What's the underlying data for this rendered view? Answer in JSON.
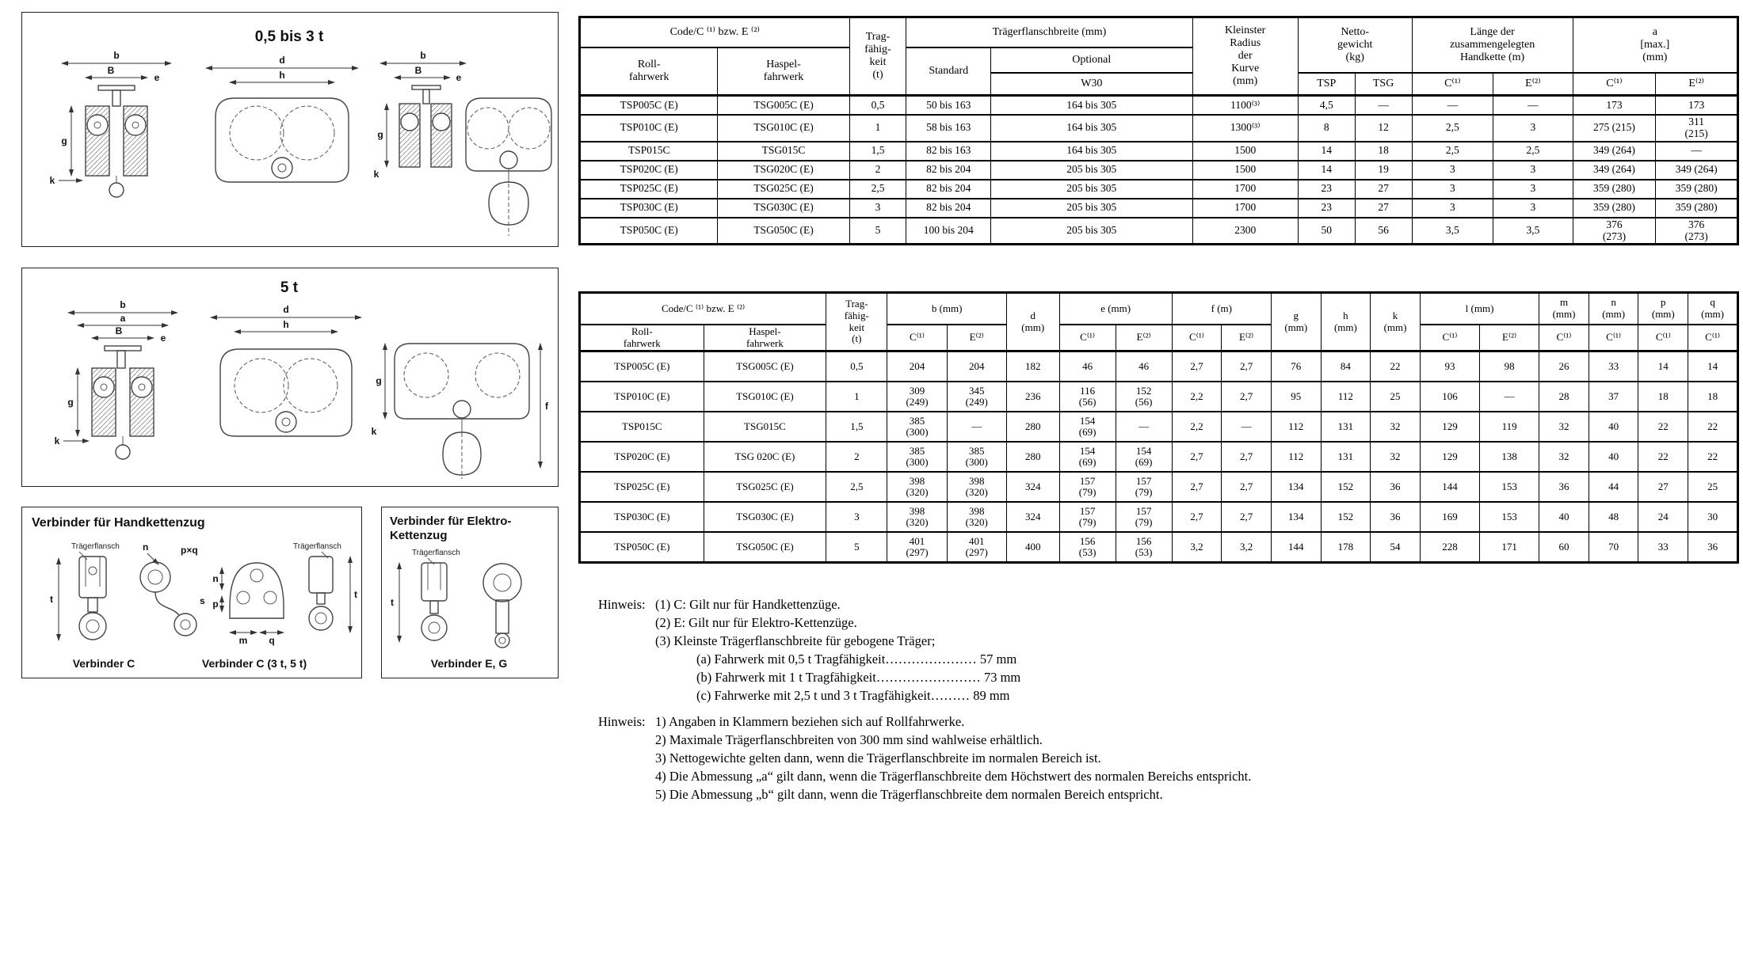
{
  "shared": {
    "code_group": "Code/C ⁽¹⁾ bzw. E ⁽²⁾",
    "roll": "Roll-\nfahrwerk",
    "haspel": "Haspel-\nfahrwerk",
    "trag": "Trag-\nfähig-\nkeit\n(t)",
    "c1": "C⁽¹⁾",
    "e2": "E⁽²⁾"
  },
  "table1": {
    "header": {
      "flange_group": "Trägerflanschbreite (mm)",
      "standard": "Standard",
      "optional": "Optional",
      "w30": "W30",
      "radius": "Kleinster\nRadius\nder\nKurve\n(mm)",
      "netto": "Netto-\ngewicht\n(kg)",
      "tsp": "TSP",
      "tsg": "TSG",
      "handkette": "Länge der\nzusammengelegten\nHandkette (m)",
      "a_max": "a\n[max.]\n(mm)"
    },
    "rows": [
      [
        "TSP005C (E)",
        "TSG005C (E)",
        "0,5",
        "50 bis 163",
        "164 bis 305",
        "1100⁽³⁾",
        "4,5",
        "—",
        "—",
        "—",
        "173",
        "173"
      ],
      [
        "TSP010C (E)",
        "TSG010C (E)",
        "1",
        "58 bis 163",
        "164 bis 305",
        "1300⁽³⁾",
        "8",
        "12",
        "2,5",
        "3",
        "275 (215)",
        "311\n(215)"
      ],
      [
        "TSP015C",
        "TSG015C",
        "1,5",
        "82 bis 163",
        "164 bis 305",
        "1500",
        "14",
        "18",
        "2,5",
        "2,5",
        "349 (264)",
        "—"
      ],
      [
        "TSP020C (E)",
        "TSG020C (E)",
        "2",
        "82 bis 204",
        "205 bis 305",
        "1500",
        "14",
        "19",
        "3",
        "3",
        "349 (264)",
        "349 (264)"
      ],
      [
        "TSP025C (E)",
        "TSG025C (E)",
        "2,5",
        "82 bis 204",
        "205 bis 305",
        "1700",
        "23",
        "27",
        "3",
        "3",
        "359 (280)",
        "359 (280)"
      ],
      [
        "TSP030C (E)",
        "TSG030C (E)",
        "3",
        "82 bis 204",
        "205 bis 305",
        "1700",
        "23",
        "27",
        "3",
        "3",
        "359 (280)",
        "359 (280)"
      ],
      [
        "TSP050C (E)",
        "TSG050C (E)",
        "5",
        "100 bis 204",
        "205 bis 305",
        "2300",
        "50",
        "56",
        "3,5",
        "3,5",
        "376\n(273)",
        "376\n(273)"
      ]
    ]
  },
  "table2": {
    "header": {
      "b_mm": "b (mm)",
      "d_mm": "d\n(mm)",
      "e_mm": "e (mm)",
      "f_m": "f (m)",
      "g_mm": "g\n(mm)",
      "h_mm": "h\n(mm)",
      "k_mm": "k\n(mm)",
      "l_mm": "l (mm)",
      "m_mm": "m\n(mm)",
      "n_mm": "n\n(mm)",
      "p_mm": "p\n(mm)",
      "q_mm": "q\n(mm)"
    },
    "rows": [
      [
        "TSP005C (E)",
        "TSG005C (E)",
        "0,5",
        "204",
        "204",
        "182",
        "46",
        "46",
        "2,7",
        "2,7",
        "76",
        "84",
        "22",
        "93",
        "98",
        "26",
        "33",
        "14",
        "14"
      ],
      [
        "TSP010C (E)",
        "TSG010C (E)",
        "1",
        "309\n(249)",
        "345\n(249)",
        "236",
        "116\n(56)",
        "152\n(56)",
        "2,2",
        "2,7",
        "95",
        "112",
        "25",
        "106",
        "—",
        "28",
        "37",
        "18",
        "18"
      ],
      [
        "TSP015C",
        "TSG015C",
        "1,5",
        "385\n(300)",
        "—",
        "280",
        "154\n(69)",
        "—",
        "2,2",
        "—",
        "112",
        "131",
        "32",
        "129",
        "119",
        "32",
        "40",
        "22",
        "22"
      ],
      [
        "TSP020C (E)",
        "TSG 020C (E)",
        "2",
        "385\n(300)",
        "385\n(300)",
        "280",
        "154\n(69)",
        "154\n(69)",
        "2,7",
        "2,7",
        "112",
        "131",
        "32",
        "129",
        "138",
        "32",
        "40",
        "22",
        "22"
      ],
      [
        "TSP025C (E)",
        "TSG025C (E)",
        "2,5",
        "398\n(320)",
        "398\n(320)",
        "324",
        "157\n(79)",
        "157\n(79)",
        "2,7",
        "2,7",
        "134",
        "152",
        "36",
        "144",
        "153",
        "36",
        "44",
        "27",
        "25"
      ],
      [
        "TSP030C (E)",
        "TSG030C (E)",
        "3",
        "398\n(320)",
        "398\n(320)",
        "324",
        "157\n(79)",
        "157\n(79)",
        "2,7",
        "2,7",
        "134",
        "152",
        "36",
        "169",
        "153",
        "40",
        "48",
        "24",
        "30"
      ],
      [
        "TSP050C (E)",
        "TSG050C (E)",
        "5",
        "401\n(297)",
        "401\n(297)",
        "400",
        "156\n(53)",
        "156\n(53)",
        "3,2",
        "3,2",
        "144",
        "178",
        "54",
        "228",
        "171",
        "60",
        "70",
        "33",
        "36"
      ]
    ]
  },
  "notes1": {
    "label": "Hinweis:",
    "items": [
      "(1) C: Gilt nur für Handkettenzüge.",
      "(2) E: Gilt nur für Elektro-Kettenzüge.",
      "(3) Kleinste Trägerflanschbreite für gebogene Träger;"
    ],
    "subitems": [
      "(a) Fahrwerk mit 0,5 t Tragfähigkeit………………… 57 mm",
      "(b) Fahrwerk mit 1 t Tragfähigkeit…………………… 73 mm",
      "(c) Fahrwerke mit 2,5 t und 3 t Tragfähigkeit……… 89 mm"
    ]
  },
  "notes2": {
    "label": "Hinweis:",
    "items": [
      "1) Angaben in Klammern beziehen sich auf Rollfahrwerke.",
      "2) Maximale Trägerflanschbreiten von 300 mm sind wahlweise erhältlich.",
      "3) Nettogewichte gelten dann, wenn die Trägerflanschbreite im normalen Bereich ist.",
      "4) Die Abmessung „a“ gilt dann, wenn die Trägerflanschbreite dem Höchstwert des normalen Bereichs entspricht.",
      "5) Die Abmessung „b“ gilt dann, wenn die Trägerflanschbreite dem normalen Bereich entspricht."
    ]
  },
  "drawings": {
    "dims": {
      "a": "a",
      "b": "b",
      "B": "B",
      "d": "d",
      "e": "e",
      "f": "f",
      "g": "g",
      "h": "h",
      "k": "k",
      "m": "m",
      "n": "n",
      "p": "p",
      "q": "q",
      "s": "s",
      "t": "t",
      "pq": "p×q"
    },
    "box1": {
      "title": "0,5 bis 3 t"
    },
    "box2": {
      "title": "5 t"
    },
    "box3": {
      "title": "Verbinder für Handkettenzug",
      "flange": "Trägerflansch",
      "caption_c": "Verbinder C",
      "caption_c35": "Verbinder C (3 t, 5 t)"
    },
    "box4": {
      "title_line1": "Verbinder für Elektro-",
      "title_line2": "Kettenzug",
      "flange": "Trägerflansch",
      "caption": "Verbinder E, G"
    }
  }
}
